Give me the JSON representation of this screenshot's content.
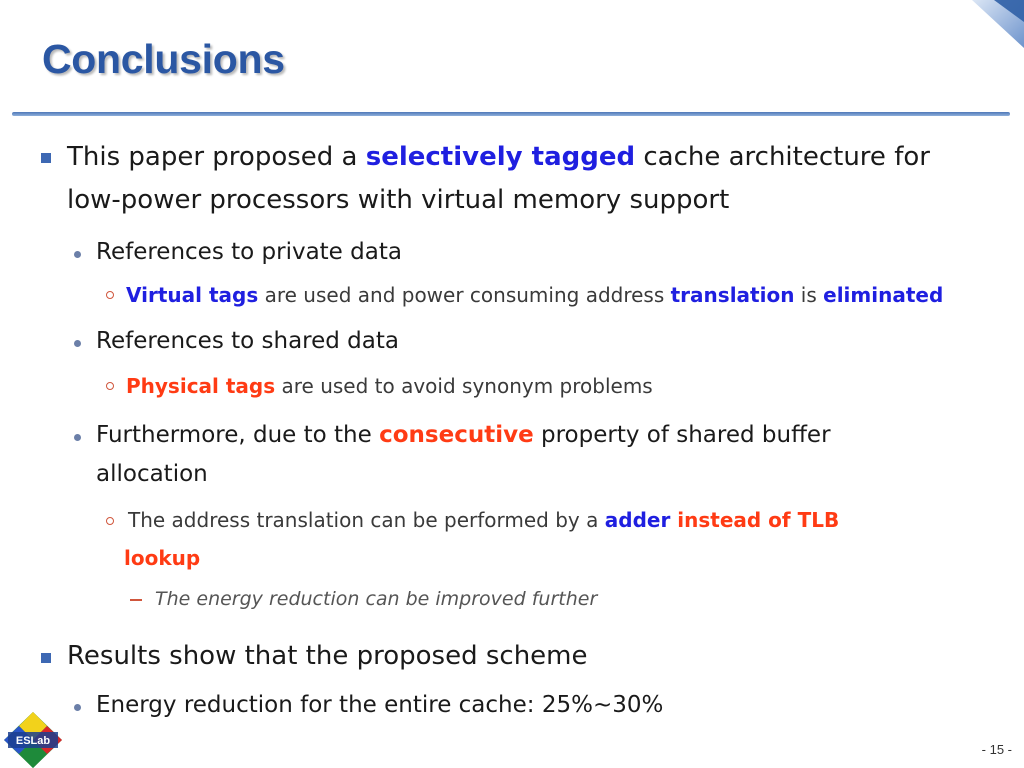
{
  "slide": {
    "title": "Conclusions",
    "page_number": "- 15 -",
    "logo_text": "ESLab"
  },
  "bullets": {
    "b1": {
      "text_a": "This paper proposed a ",
      "highlight": "selectively tagged",
      "text_b": " cache architecture for",
      "line2": "low-power processors with virtual memory support"
    },
    "b1_1": "References to private data",
    "b1_1_1": {
      "h1": "Virtual tags",
      "t1": " are used and power consuming address ",
      "h2": "translation",
      "t2": " is ",
      "h3": "eliminated"
    },
    "b1_2": "References to shared data",
    "b1_2_1": {
      "h1": "Physical tags",
      "t1": " are used to avoid synonym problems"
    },
    "b1_3": {
      "t1": "Furthermore, due to the ",
      "h1": "consecutive",
      "t2": " property of shared buffer",
      "line2": "allocation"
    },
    "b1_3_1": {
      "t1": "The  address translation can be performed by a ",
      "h1": "adder",
      "h2": " instead of TLB",
      "line2": "lookup"
    },
    "b1_3_1_1": "The energy reduction can be improved further",
    "b2": "Results show that the proposed scheme",
    "b2_1": "Energy reduction for the entire cache: 25%~30%"
  },
  "colors": {
    "title": "#2b57a3",
    "highlight_blue": "#1f1fe0",
    "highlight_red": "#ff3b14"
  }
}
